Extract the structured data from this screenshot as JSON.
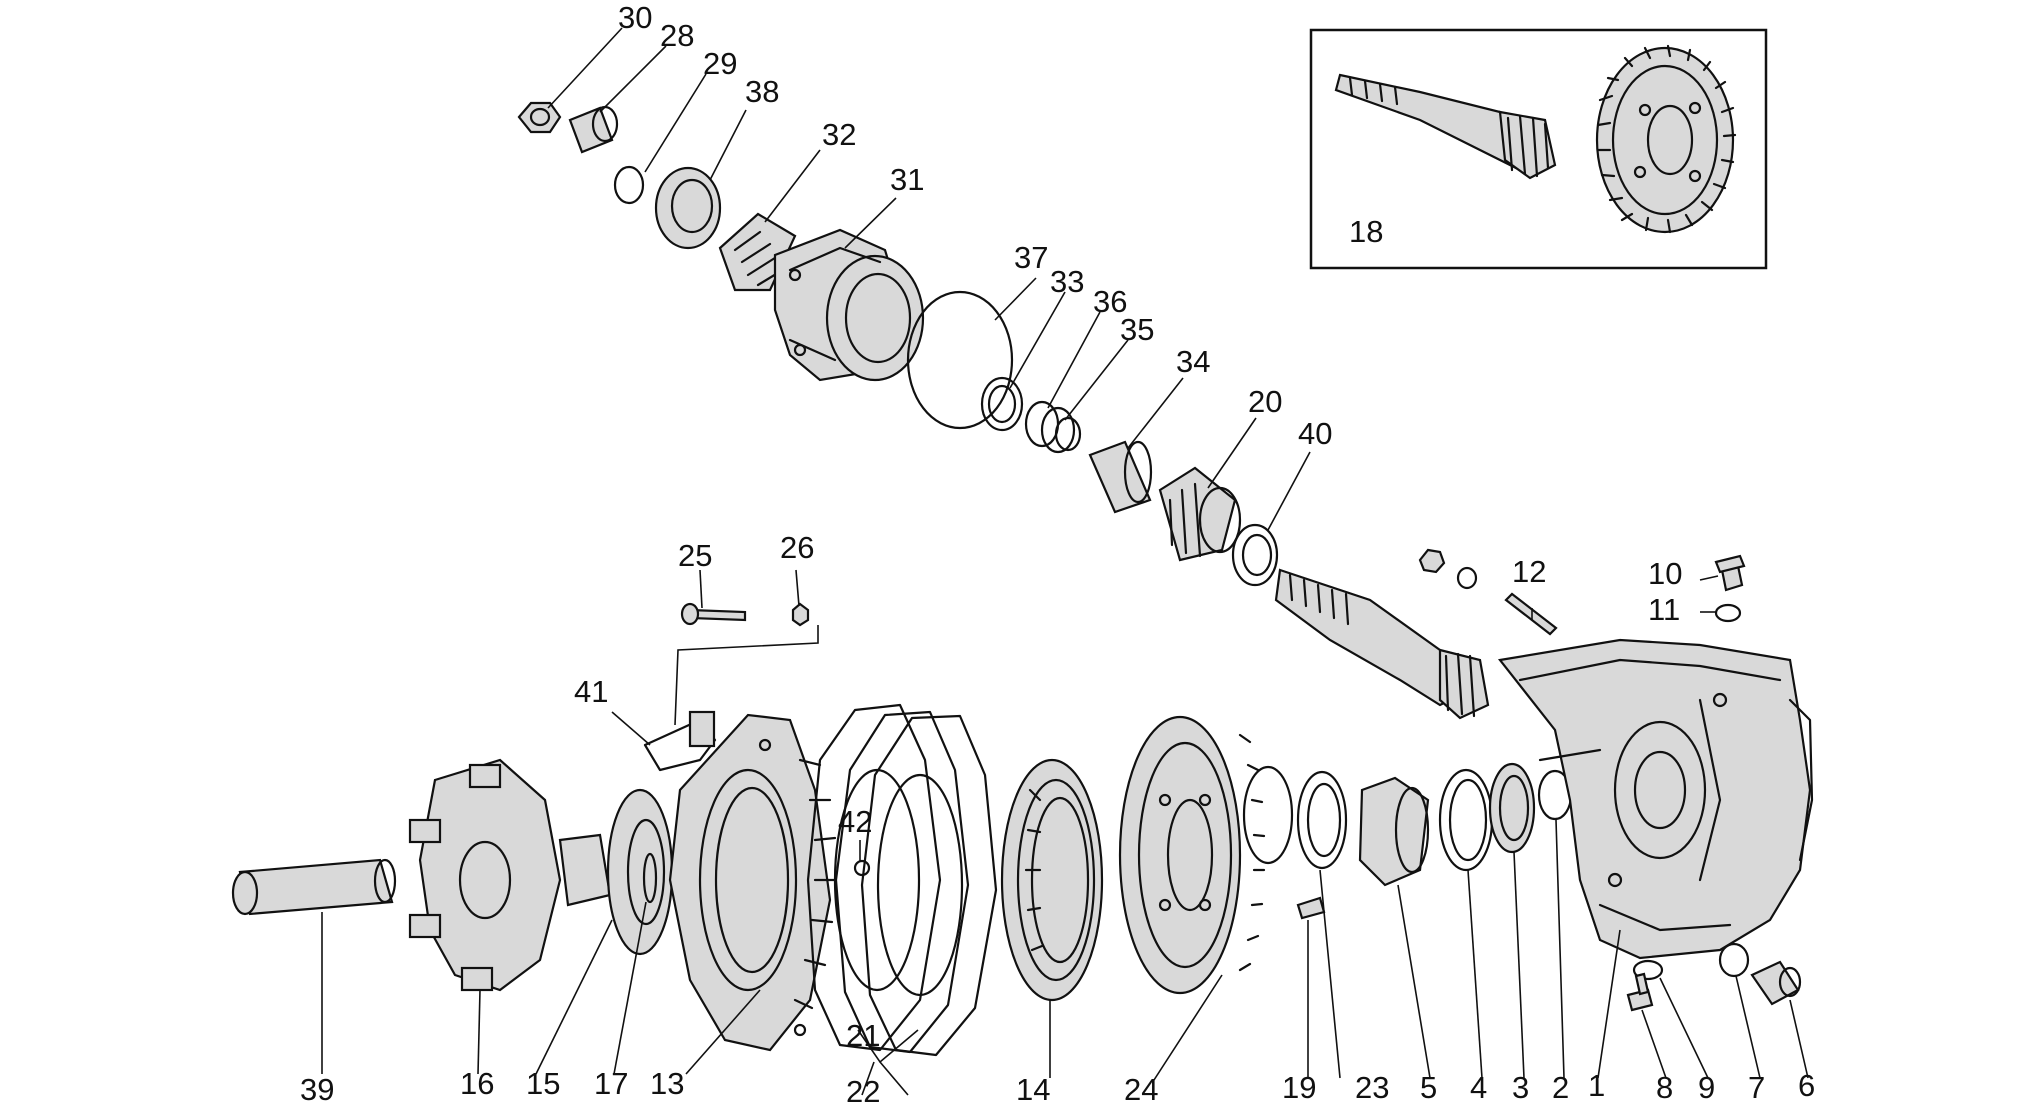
{
  "inset": {
    "label": "18"
  },
  "labels": {
    "l30": "30",
    "l28": "28",
    "l29": "29",
    "l38": "38",
    "l32": "32",
    "l31": "31",
    "l37": "37",
    "l33": "33",
    "l36": "36",
    "l35": "35",
    "l34": "34",
    "l20": "20",
    "l40": "40",
    "l25": "25",
    "l26": "26",
    "l41": "41",
    "l42": "42",
    "l12": "12",
    "l10": "10",
    "l11": "11",
    "l39": "39",
    "l16": "16",
    "l15": "15",
    "l17": "17",
    "l13": "13",
    "l21": "21",
    "l22": "22",
    "l14": "14",
    "l24": "24",
    "l19": "19",
    "l23": "23",
    "l5": "5",
    "l4": "4",
    "l3": "3",
    "l2": "2",
    "l1": "1",
    "l8": "8",
    "l9": "9",
    "l7": "7",
    "l6": "6"
  }
}
